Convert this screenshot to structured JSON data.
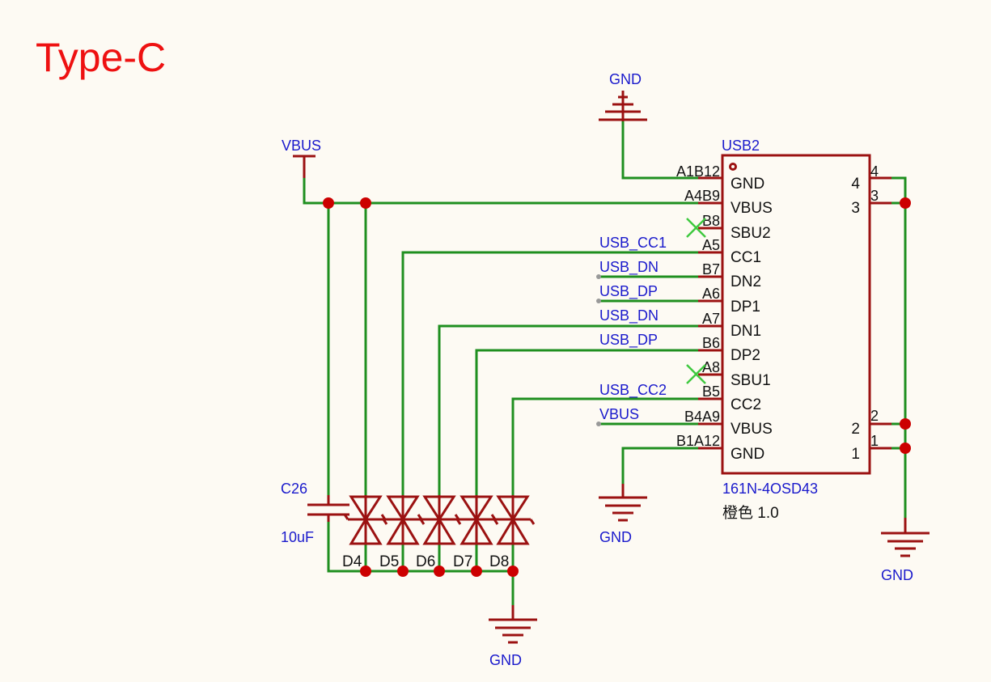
{
  "title": "Type-C",
  "connector": {
    "designator": "USB2",
    "part_number": "161N-4OSD43",
    "comment": "橙色 1.0",
    "left_pins": [
      {
        "num": "A1B12",
        "name": "GND"
      },
      {
        "num": "A4B9",
        "name": "VBUS"
      },
      {
        "num": "B8",
        "name": "SBU2"
      },
      {
        "num": "A5",
        "name": "CC1"
      },
      {
        "num": "B7",
        "name": "DN2"
      },
      {
        "num": "A6",
        "name": "DP1"
      },
      {
        "num": "A7",
        "name": "DN1"
      },
      {
        "num": "B6",
        "name": "DP2"
      },
      {
        "num": "A8",
        "name": "SBU1"
      },
      {
        "num": "B5",
        "name": "CC2"
      },
      {
        "num": "B4A9",
        "name": "VBUS"
      },
      {
        "num": "B1A12",
        "name": "GND"
      }
    ],
    "right_pins": [
      {
        "num": "4",
        "label": "4"
      },
      {
        "num": "3",
        "label": "3"
      },
      {
        "num": "2",
        "label": "2"
      },
      {
        "num": "1",
        "label": "1"
      }
    ]
  },
  "net_labels": {
    "cc1": "USB_CC1",
    "dn2": "USB_DN",
    "dp1": "USB_DP",
    "dn1": "USB_DN",
    "dp2": "USB_DP",
    "cc2": "USB_CC2",
    "vbus_lower": "VBUS"
  },
  "power": {
    "vbus_port": "VBUS",
    "gnd_top": "GND",
    "gnd_conn": "GND",
    "gnd_right": "GND",
    "gnd_diodes": "GND"
  },
  "capacitor": {
    "designator": "C26",
    "value": "10uF"
  },
  "diodes": [
    "D4",
    "D5",
    "D6",
    "D7",
    "D8"
  ],
  "colors": {
    "wire": "#1f8f1f",
    "component": "#9b1111",
    "net_label": "#1a1acc",
    "junction": "#cc0000",
    "title": "#ee1111",
    "background": "#fdfaf3"
  }
}
